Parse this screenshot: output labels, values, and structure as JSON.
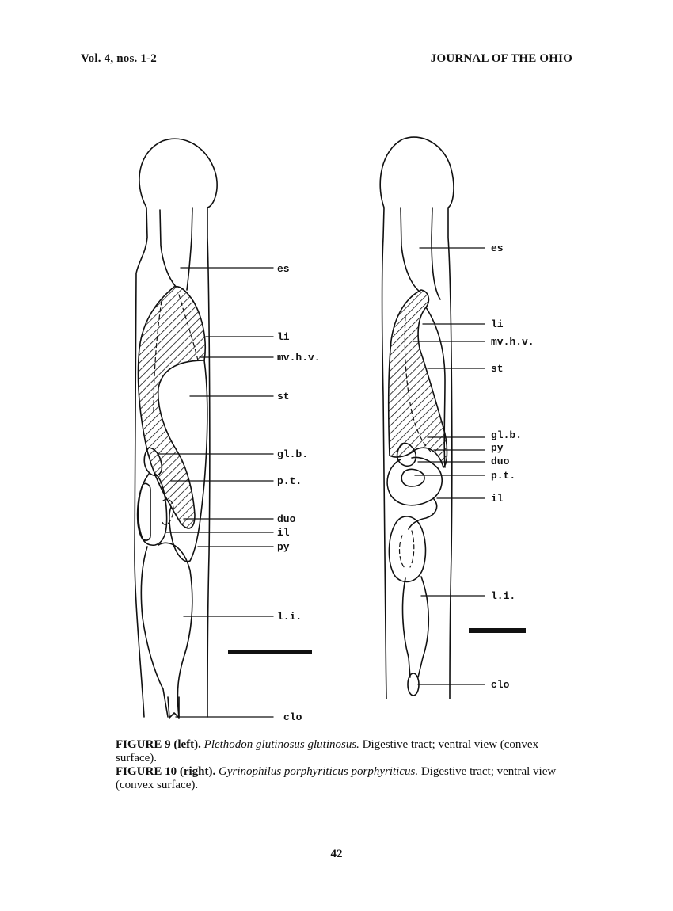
{
  "header": {
    "left": "Vol. 4, nos. 1-2",
    "right": "JOURNAL OF THE OHIO"
  },
  "figure_left": {
    "labels": {
      "es": "es",
      "li": "li",
      "mv": "mv.h.v.",
      "st": "st",
      "gl": "gl.b.",
      "pt": "p.t.",
      "duo": "duo",
      "il": "il",
      "py": "py",
      "lint": "l.i.",
      "clo": "clo"
    }
  },
  "figure_right": {
    "labels": {
      "es": "es",
      "li": "li",
      "mv": "mv.h.v.",
      "st": "st",
      "gl": "gl.b.",
      "py": "py",
      "duo": "duo",
      "pt": "p.t.",
      "il": "il",
      "lint": "l.i.",
      "clo": "clo"
    }
  },
  "caption": {
    "fig9_label": "FIGURE 9 (left).",
    "fig9_species": "Plethodon glutinosus glutinosus.",
    "fig9_text": "Digestive tract; ventral view (convex surface).",
    "fig10_label": "FIGURE 10 (right).",
    "fig10_species": "Gyrinophilus porphyriticus porphyriticus.",
    "fig10_text": "Digestive tract; ventral view (convex surface)."
  },
  "page_number": "42"
}
